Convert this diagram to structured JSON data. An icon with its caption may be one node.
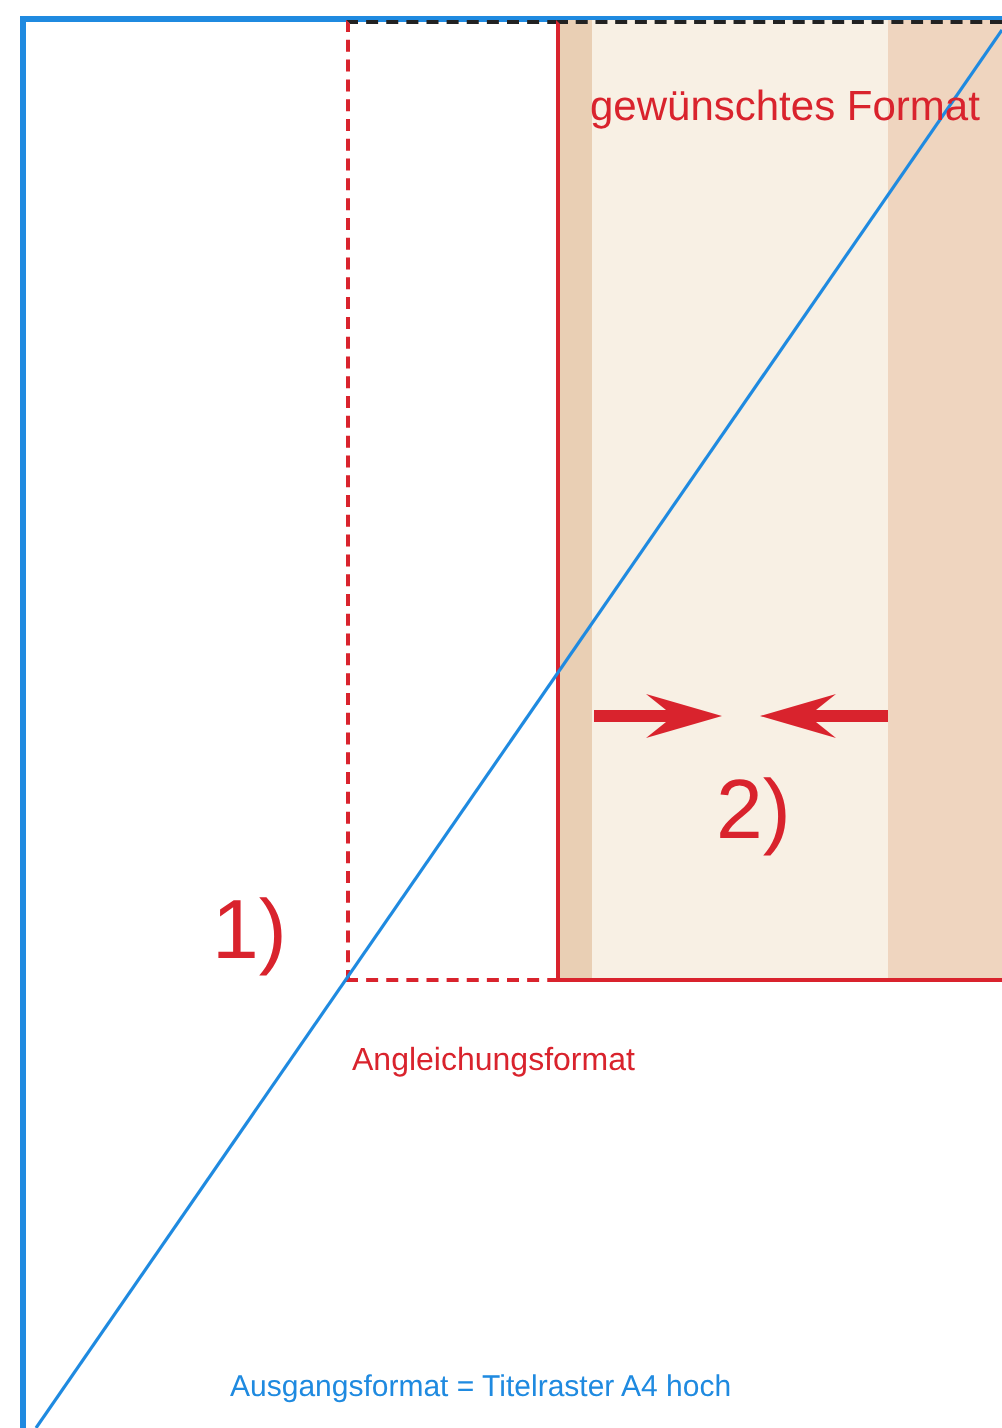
{
  "diagram": {
    "nodes": [
      {
        "text": [
          "Ausgangsformat = Titelraster A4 hoch"
        ]
      },
      {
        "text": [
          "Angleichungsformat"
        ],
        "in": 0
      },
      {
        "text": [
          "gewünschtes Format"
        ],
        "in": 1
      }
    ],
    "labels": [
      "1)",
      "2)"
    ]
  }
}
